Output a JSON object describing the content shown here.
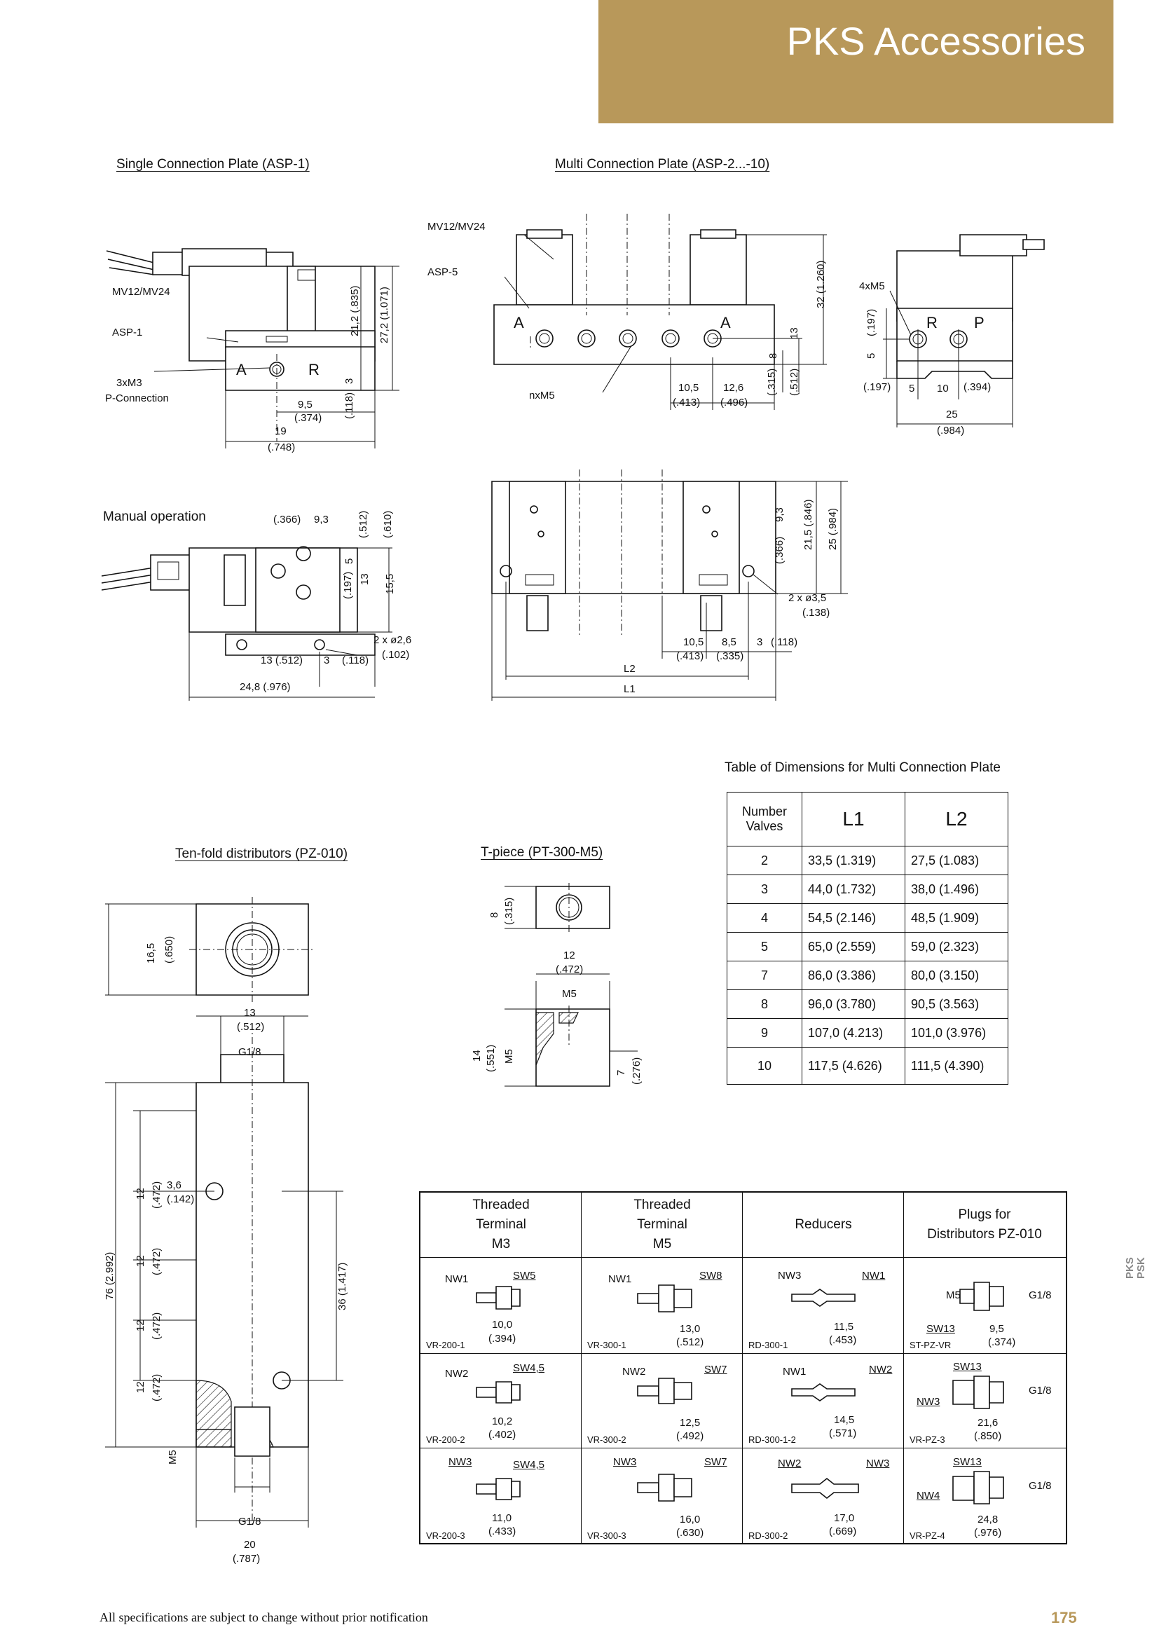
{
  "header": {
    "title": "PKS Accessories",
    "color": "#b8985a"
  },
  "captions": {
    "single_plate": "Single Connection Plate (ASP-1)",
    "multi_plate": "Multi Connection Plate (ASP-2...-10)",
    "manual": "Manual operation",
    "tenfold": "Ten-fold distributors (PZ-010)",
    "tpiece": "T-piece (PT-300-M5)",
    "table_title": "Table of Dimensions for Multi Connection Plate"
  },
  "single": {
    "mv": "MV12/MV24",
    "asp": "ASP-1",
    "a": "A",
    "r": "R",
    "m3": "3xM3",
    "pconn": "P-Connection",
    "d1": "21,2 (.835)",
    "d2": "27,2 (1.071)",
    "d3": "3",
    "d4": "(.118)",
    "d5": "9,5",
    "d6": "(.374)",
    "d7": "19",
    "d8": "(.748)"
  },
  "multi": {
    "mv": "MV12/MV24",
    "asp": "ASP-5",
    "a1": "A",
    "a2": "A",
    "nxm5": "nxM5",
    "d_32": "32 (1.260)",
    "d_13": "13",
    "d_8": "8",
    "d_315": "(.315)",
    "d_512": "(.512)",
    "d_105": "10,5",
    "d_413": "(.413)",
    "d_126": "12,6",
    "d_496": "(.496)",
    "l2": "L2",
    "l1": "L1",
    "d_93": "9,3",
    "d_366": "(.366)",
    "d_215": "21,5 (.846)",
    "d_25": "25 (.984)",
    "hole": "2 x ø3,5",
    "hole_in": "(.138)",
    "b_105": "10,5",
    "b_413": "(.413)",
    "b_85": "8,5",
    "b_335": "(.335)",
    "b_3": "3",
    "b_118": "(.118)"
  },
  "side": {
    "m5": "4xM5",
    "r": "R",
    "p": "P",
    "d_197": "(.197)",
    "d_5": "5",
    "d_197b": "(.197)",
    "d_5b": "5",
    "d_10": "10",
    "d_394": "(.394)",
    "d_25": "25",
    "d_984": "(.984)"
  },
  "manual": {
    "d_366": "(.366)",
    "d_93": "9,3",
    "d_512": "(.512)",
    "d_610": "(.610)",
    "d_5": "5",
    "d_197": "(.197)",
    "d_13": "13",
    "d_155": "15,5",
    "hole": "2 x ø2,6",
    "hole_in": "(.102)",
    "d_13b": "13 (.512)",
    "d_3": "3",
    "d_118": "(.118)",
    "d_248": "24,8 (.976)"
  },
  "tenfold": {
    "d_165": "16,5",
    "d_650": "(.650)",
    "d_13": "13",
    "d_512": "(.512)",
    "g18": "G1/8",
    "d_76": "76 (2.992)",
    "d_12": "12",
    "d_472": "(.472)",
    "d_36": "3,6",
    "d_142": "(.142)",
    "d_36b": "36 (1.417)",
    "m5": "M5",
    "g18b": "G1/8",
    "d_20": "20",
    "d_787": "(.787)"
  },
  "tpiece": {
    "d_8": "8",
    "d_315": "(.315)",
    "d_12": "12",
    "d_472": "(.472)",
    "m5a": "M5",
    "d_14": "14",
    "d_551": "(.551)",
    "m5b": "M5",
    "d_7": "7",
    "d_276": "(.276)"
  },
  "dim_table": {
    "headers": [
      "Number Valves",
      "L1",
      "L2"
    ],
    "rows": [
      [
        "2",
        "33,5 (1.319)",
        "27,5 (1.083)"
      ],
      [
        "3",
        "44,0 (1.732)",
        "38,0 (1.496)"
      ],
      [
        "4",
        "54,5 (2.146)",
        "48,5 (1.909)"
      ],
      [
        "5",
        "65,0 (2.559)",
        "59,0 (2.323)"
      ],
      [
        "7",
        "86,0 (3.386)",
        "80,0 (3.150)"
      ],
      [
        "8",
        "96,0 (3.780)",
        "90,5 (3.563)"
      ],
      [
        "9",
        "107,0 (4.213)",
        "101,0 (3.976)"
      ],
      [
        "10",
        "117,5 (4.626)",
        "111,5 (4.390)"
      ]
    ]
  },
  "accessories": {
    "headers": [
      [
        "Threaded",
        "Terminal",
        "M3"
      ],
      [
        "Threaded",
        "Terminal",
        "M5"
      ],
      [
        "Reducers"
      ],
      [
        "Plugs for",
        "Distributors PZ-010"
      ]
    ],
    "cells": [
      {
        "nwA": "NW1",
        "sw": "SW5",
        "dim": "10,0",
        "inch": "(.394)",
        "code": "VR-200-1"
      },
      {
        "nwA": "NW1",
        "sw": "SW8",
        "dim": "13,0",
        "inch": "(.512)",
        "code": "VR-300-1"
      },
      {
        "nwA": "NW3",
        "sw": "NW1",
        "dim": "11,5",
        "inch": "(.453)",
        "code": "RD-300-1"
      },
      {
        "nwA": "M5",
        "sw": "G1/8",
        "sw2": "SW13",
        "dim": "9,5",
        "inch": "(.374)",
        "code": "ST-PZ-VR"
      },
      {
        "nwA": "NW2",
        "sw": "SW4,5",
        "dim": "10,2",
        "inch": "(.402)",
        "code": "VR-200-2"
      },
      {
        "nwA": "NW2",
        "sw": "SW7",
        "dim": "12,5",
        "inch": "(.492)",
        "code": "VR-300-2"
      },
      {
        "nwA": "NW1",
        "sw": "NW2",
        "dim": "14,5",
        "inch": "(.571)",
        "code": "RD-300-1-2"
      },
      {
        "nwA": "NW3",
        "sw": "SW13",
        "sw2": "G1/8",
        "dim": "21,6",
        "inch": "(.850)",
        "code": "VR-PZ-3"
      },
      {
        "nwA": "NW3",
        "sw": "SW4,5",
        "dim": "11,0",
        "inch": "(.433)",
        "code": "VR-200-3"
      },
      {
        "nwA": "NW3",
        "sw": "SW7",
        "dim": "16,0",
        "inch": "(.630)",
        "code": "VR-300-3"
      },
      {
        "nwA": "NW2",
        "sw": "NW3",
        "dim": "17,0",
        "inch": "(.669)",
        "code": "RD-300-2"
      },
      {
        "nwA": "NW4",
        "sw": "SW13",
        "sw2": "G1/8",
        "dim": "24,8",
        "inch": "(.976)",
        "code": "VR-PZ-4"
      }
    ]
  },
  "side_tag": [
    "PKS",
    "PSK"
  ],
  "footer": {
    "note": "All specifications are subject to change without prior notification",
    "page": "175"
  }
}
